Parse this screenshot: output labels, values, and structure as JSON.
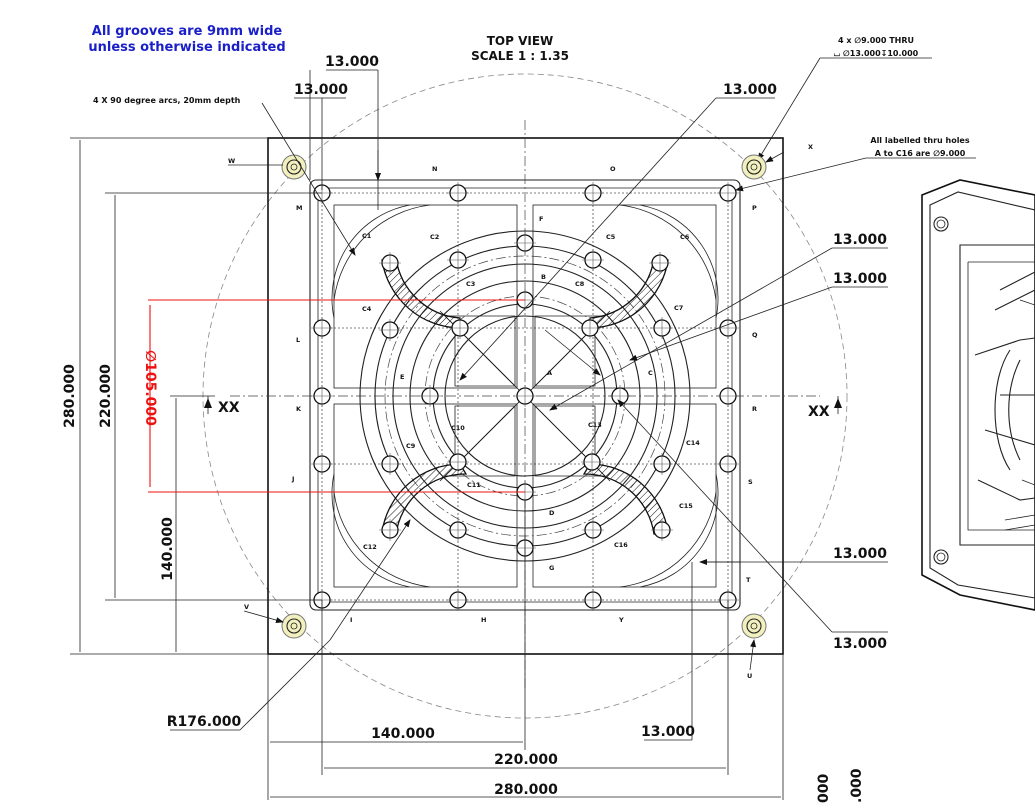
{
  "notes": {
    "grooves_line1": "All grooves are 9mm wide",
    "grooves_line2": "unless otherwise indicated",
    "arcs": "4 X 90 degree arcs, 20mm depth",
    "thru_holes_line1": "All labelled thru holes",
    "thru_holes_line2": "A to C16 are ∅9.000",
    "hole_callout_line1": "4 x ∅9.000 THRU",
    "hole_callout_line2": "⌴ ∅13.000↧10.000"
  },
  "view": {
    "title": "TOP VIEW",
    "scale": "SCALE 1 : 1.35",
    "section_label": "XX"
  },
  "dimensions": {
    "top_13_a": "13.000",
    "top_13_b": "13.000",
    "top_right_13": "13.000",
    "right_13_a": "13.000",
    "right_13_b": "13.000",
    "right_13_c": "13.000",
    "right_13_d": "13.000",
    "bottom_13": "13.000",
    "left_280": "280.000",
    "left_220": "220.000",
    "left_140": "140.000",
    "diameter_105": "∅105.000",
    "bottom_140": "140.000",
    "bottom_220": "220.000",
    "bottom_280": "280.000",
    "radius": "R176.000",
    "side_partial_1": "000",
    "side_partial_2": ".000"
  },
  "hole_labels": {
    "W": "W",
    "X": "X",
    "V": "V",
    "U": "U",
    "M": "M",
    "N": "N",
    "O": "O",
    "P": "P",
    "L": "L",
    "Q": "Q",
    "K": "K",
    "R": "R",
    "J": "J",
    "S": "S",
    "I": "I",
    "H": "H",
    "Y": "Y",
    "T": "T",
    "A": "A",
    "B": "B",
    "C": "C",
    "D": "D",
    "E": "E",
    "F": "F",
    "G": "G",
    "C1": "C1",
    "C2": "C2",
    "C3": "C3",
    "C4": "C4",
    "C5": "C5",
    "C6": "C6",
    "C7": "C7",
    "C8": "C8",
    "C9": "C9",
    "C10": "C10",
    "C11": "C11",
    "C12": "C12",
    "C13": "C13",
    "C14": "C14",
    "C15": "C15",
    "C16": "C16"
  },
  "colors": {
    "note_blue": "#1a1fc8",
    "diameter_red": "#e11111",
    "line": "#222222"
  }
}
